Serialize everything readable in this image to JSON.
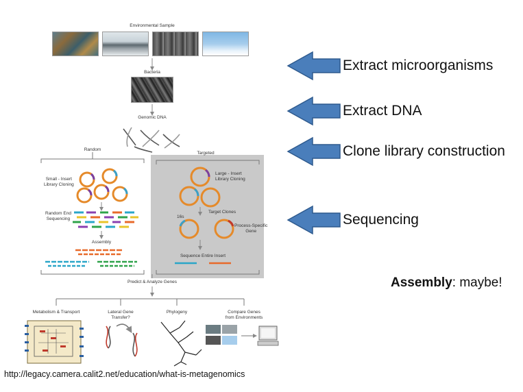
{
  "diagram": {
    "environmental_sample": "Environmental Sample",
    "bacteria": "Bacteria",
    "genomic_dna": "Genomic DNA",
    "random": {
      "title": "Random",
      "small_insert": "Small - Insert\nLibrary Cloning",
      "random_end": "Random End\nSequencing",
      "assembly": "Assembly"
    },
    "targeted": {
      "title": "Targeted",
      "large_insert": "Large - Insert\nLibrary Cloning",
      "target_clones": "Target Clones",
      "sixteen_s": "16s",
      "process_specific": "Process-Specific\nGene",
      "sequence_entire": "Sequence Entire Insert"
    },
    "predict": "Predict & Analyze Genes",
    "metabolism": "Metabolism & Transport",
    "lateral": "Lateral Gene\nTransfer?",
    "phylogeny": "Phylogeny",
    "compare": "Compare Genes\nfrom Environments"
  },
  "steps": [
    {
      "label": "Extract microorganisms",
      "arrow_color": "#4a7ebb"
    },
    {
      "label": "Extract DNA",
      "arrow_color": "#4a7ebb"
    },
    {
      "label": "Clone library construction",
      "arrow_color": "#4a7ebb"
    },
    {
      "label": "Sequencing",
      "arrow_color": "#4a7ebb"
    }
  ],
  "assembly_note": {
    "bold": "Assembly",
    "rest": ": maybe!"
  },
  "source_url": "http://legacy.camera.calit2.net/education/what-is-metagenomics"
}
